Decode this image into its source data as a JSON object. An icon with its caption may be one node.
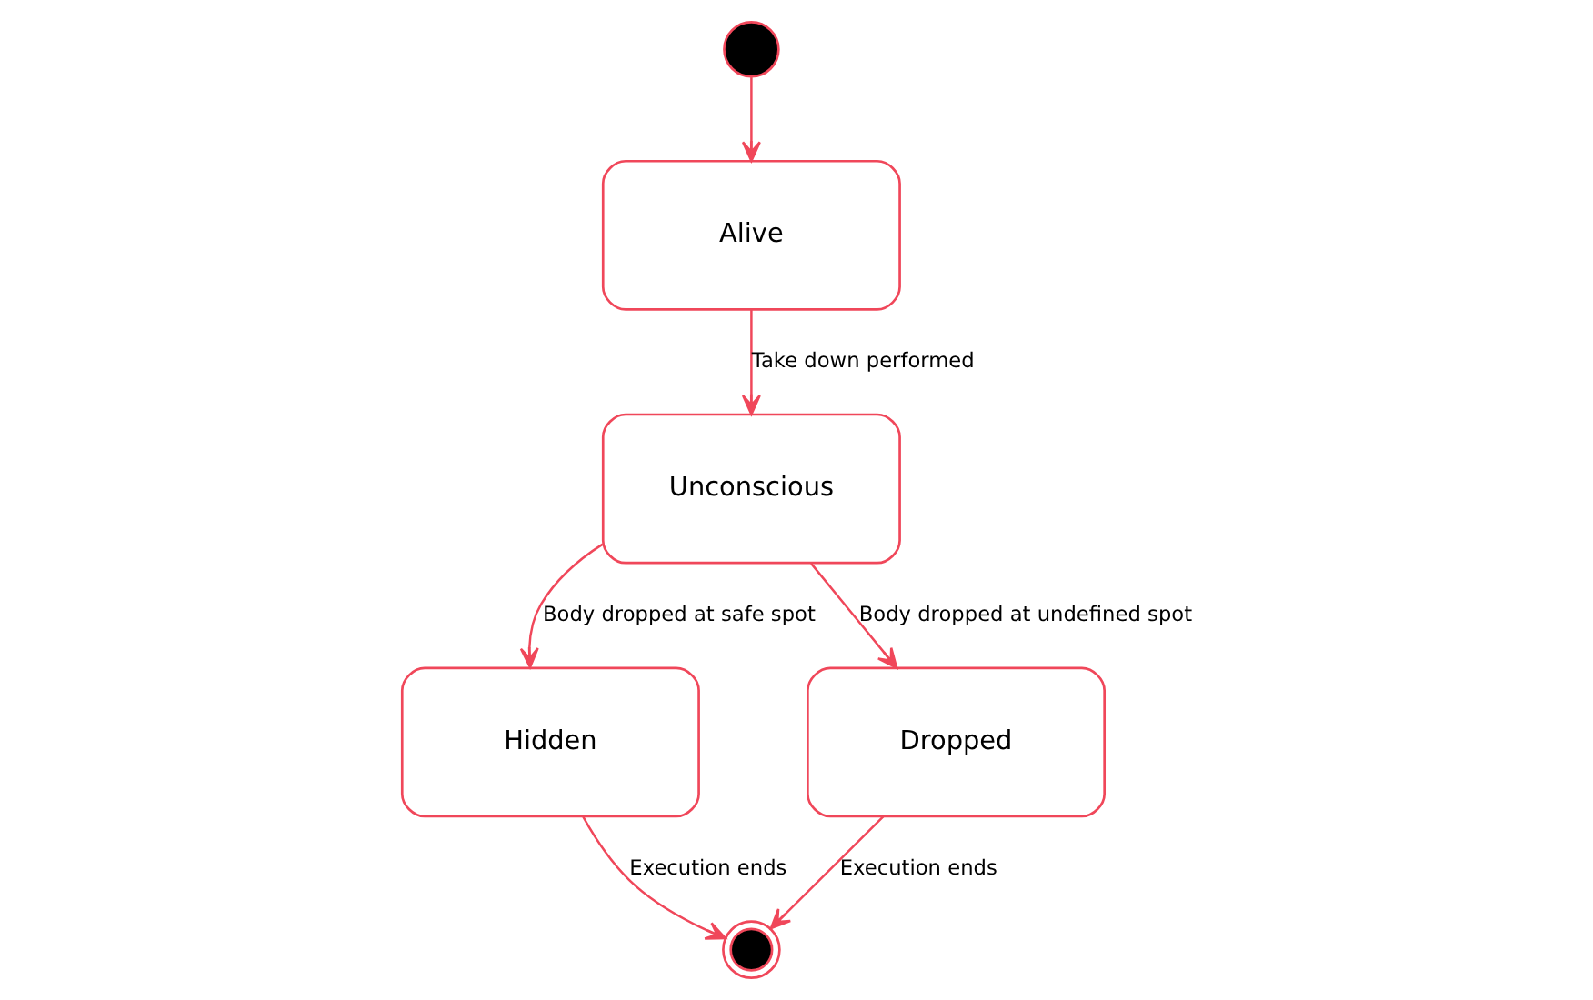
{
  "diagram": {
    "nodes": [
      {
        "text": [],
        "shape": "circle"
      },
      {
        "text": [
          "Alive"
        ]
      },
      {
        "text": [
          "Unconscious"
        ]
      },
      {
        "text": [
          "Hidden"
        ]
      },
      {
        "text": [
          "Dropped"
        ]
      },
      {
        "text": [],
        "shape": "circle"
      }
    ],
    "edges": [
      {
        "from": 0,
        "to": 1,
        "arrow": "to"
      },
      {
        "from": 1,
        "to": 2,
        "arrow": "to",
        "label": "Take down performed"
      },
      {
        "from": 2,
        "to": 3,
        "arrow": "to",
        "label": "Body dropped at safe spot"
      },
      {
        "from": 2,
        "to": 4,
        "arrow": "to",
        "label": "Body dropped at undefined spot"
      },
      {
        "from": 3,
        "to": 5,
        "arrow": "to",
        "label": "Execution ends"
      },
      {
        "from": 4,
        "to": 5,
        "arrow": "to",
        "label": "Execution ends"
      }
    ]
  }
}
